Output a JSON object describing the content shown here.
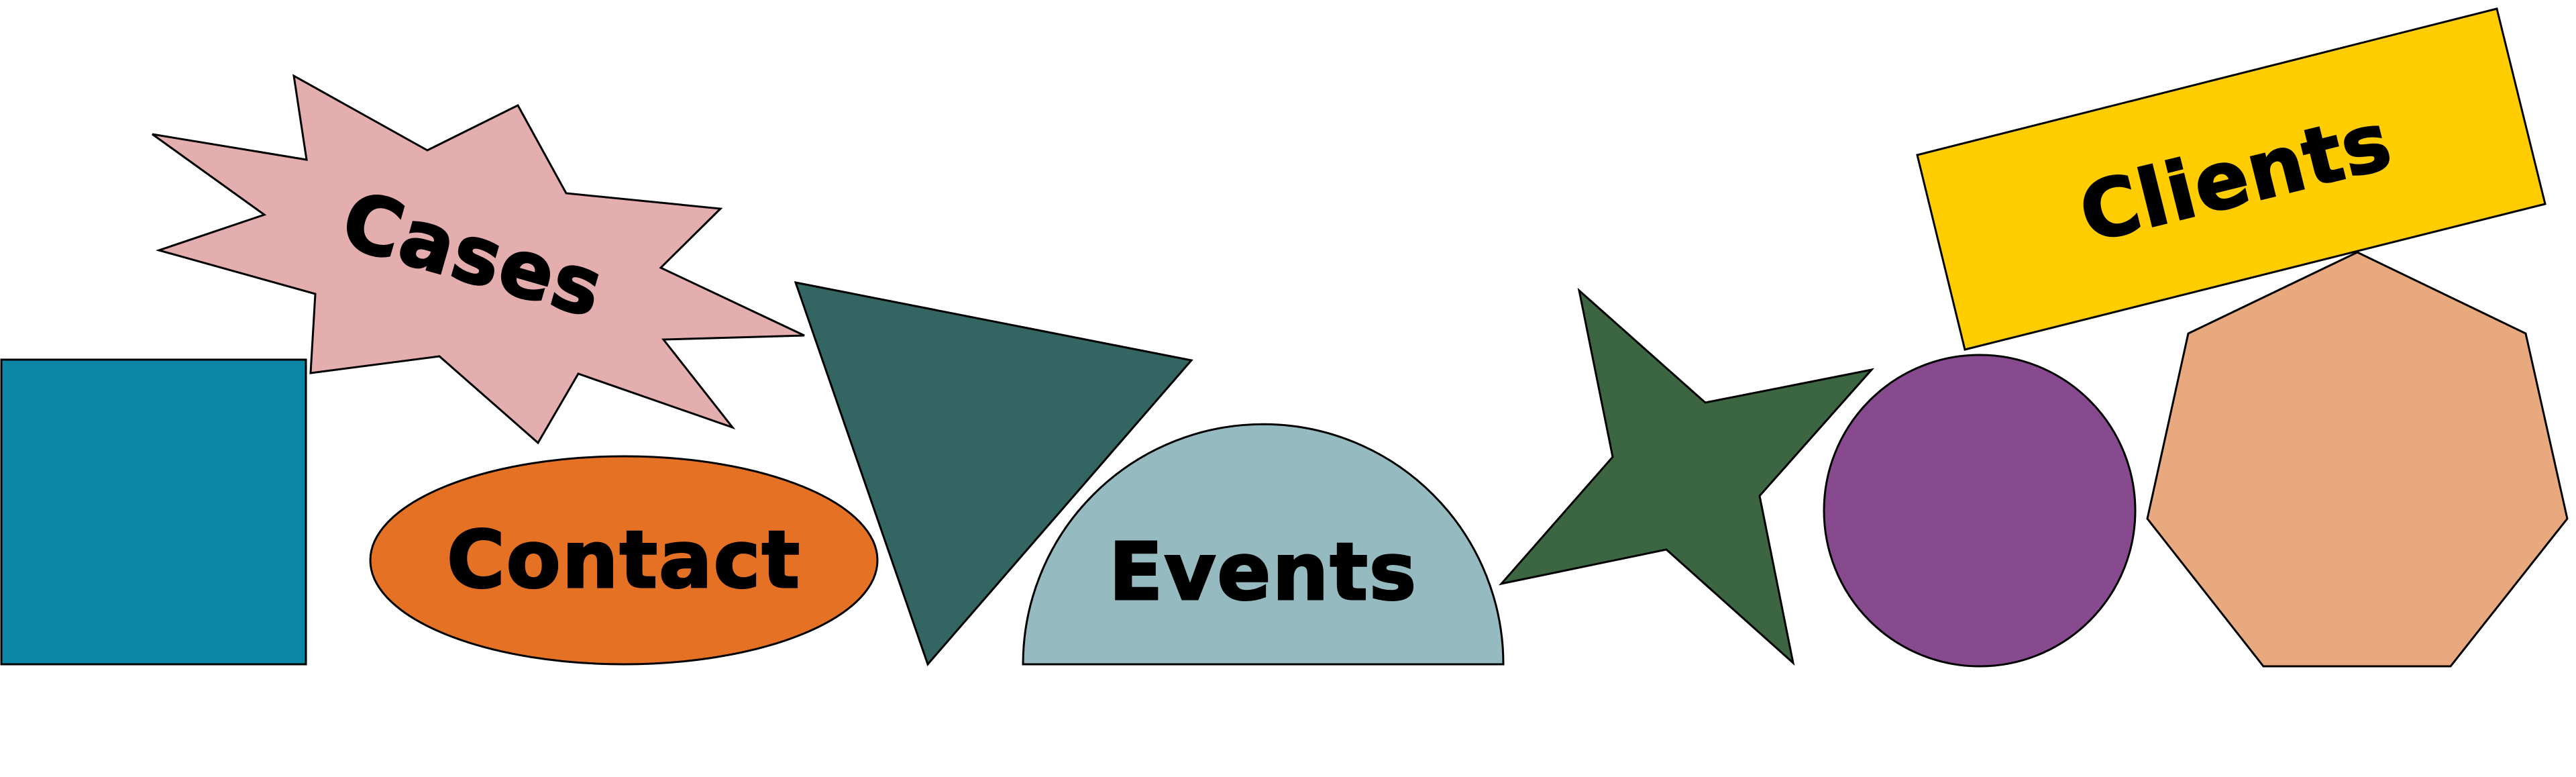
{
  "shapes": [
    {
      "id": "square",
      "kind": "square",
      "color": "#0E86A6",
      "label": ""
    },
    {
      "id": "starburst",
      "kind": "starburst",
      "color": "#E4ADAE",
      "label": "Cases"
    },
    {
      "id": "ellipse",
      "kind": "ellipse",
      "color": "#E57224",
      "label": "Contact"
    },
    {
      "id": "triangle",
      "kind": "triangle",
      "color": "#336562",
      "label": ""
    },
    {
      "id": "semicircle",
      "kind": "semicircle",
      "color": "#95BBC0",
      "label": "Events"
    },
    {
      "id": "star4",
      "kind": "four-point-star",
      "color": "#3C6642",
      "label": ""
    },
    {
      "id": "circle",
      "kind": "circle",
      "color": "#874A8E",
      "label": ""
    },
    {
      "id": "rectangle",
      "kind": "rectangle",
      "color": "#FFCD00",
      "label": "Clients"
    },
    {
      "id": "heptagon",
      "kind": "heptagon",
      "color": "#E9A97E",
      "label": ""
    }
  ]
}
